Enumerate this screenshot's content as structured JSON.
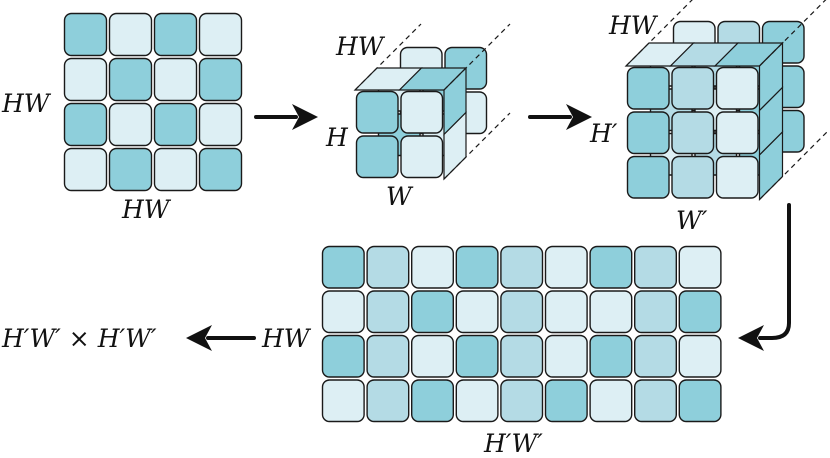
{
  "colors": {
    "dark": "#8ecfdb",
    "mid": "#b4dbe5",
    "light": "#ddeff4",
    "stroke": "#1a1a1a",
    "arrow": "#111111"
  },
  "labels": {
    "grid_left": "HW",
    "grid_bottom": "HW",
    "cube1_depth": "HW",
    "cube1_height": "H",
    "cube1_width": "W",
    "cube2_depth": "HW",
    "cube2_height": "H′",
    "cube2_width": "W′",
    "bottom_left": "HW",
    "bottom_under": "H′W′",
    "result": "H′W′ × H′W′"
  },
  "patterns": {
    "grid_4x4": [
      [
        "dark",
        "light",
        "dark",
        "light"
      ],
      [
        "light",
        "dark",
        "light",
        "dark"
      ],
      [
        "dark",
        "light",
        "dark",
        "light"
      ],
      [
        "light",
        "dark",
        "light",
        "dark"
      ]
    ],
    "cube1_front": [
      [
        "dark",
        "light"
      ],
      [
        "dark",
        "light"
      ]
    ],
    "cube1_back": [
      [
        "light",
        "dark"
      ],
      [
        "dark",
        "light"
      ]
    ],
    "cube2_front": [
      [
        "dark",
        "mid",
        "light"
      ],
      [
        "dark",
        "mid",
        "light"
      ],
      [
        "dark",
        "mid",
        "light"
      ]
    ],
    "cube2_back": [
      [
        "light",
        "mid",
        "dark"
      ],
      [
        "mid",
        "light",
        "dark"
      ],
      [
        "light",
        "mid",
        "dark"
      ]
    ],
    "bottom_grid": [
      [
        "dark",
        "mid",
        "light",
        "dark",
        "mid",
        "light",
        "dark",
        "mid",
        "light"
      ],
      [
        "light",
        "mid",
        "dark",
        "light",
        "mid",
        "light",
        "light",
        "mid",
        "dark"
      ],
      [
        "dark",
        "mid",
        "light",
        "dark",
        "mid",
        "light",
        "dark",
        "mid",
        "light"
      ],
      [
        "light",
        "mid",
        "dark",
        "light",
        "mid",
        "dark",
        "light",
        "mid",
        "dark"
      ]
    ]
  }
}
